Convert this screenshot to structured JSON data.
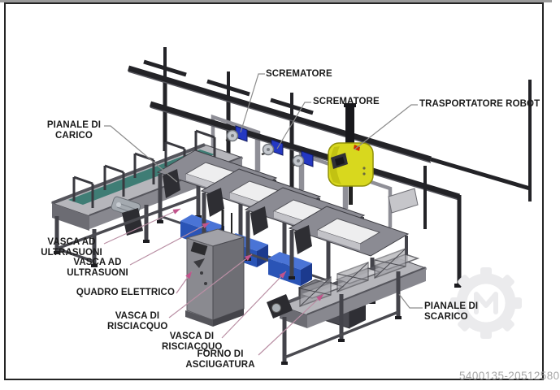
{
  "frame": {
    "border_color": "#242424",
    "background": "#ffffff"
  },
  "labels": {
    "pianale_carico": "PIANALE DI\nCARICO",
    "scrematore_1": "SCREMATORE",
    "scrematore_2": "SCREMATORE",
    "trasportatore_robot": "TRASPORTATORE ROBOT",
    "vasca_ultrasuoni_1": "VASCA AD\nULTRASUONI",
    "vasca_ultrasuoni_2": "VASCA AD\nULTRASUONI",
    "quadro_elettrico": "QUADRO ELETTRICO",
    "vasca_risciacquo_1": "VASCA DI\nRISCIACQUO",
    "vasca_risciacquo_2": "VASCA DI\nRISCIACQUO",
    "forno_asciugatura": "FORNO DI\nASCIUGATURA",
    "pianale_scarico": "PIANALE DI\nSCARICO"
  },
  "watermark": {
    "listing_id": "5400135-20512580",
    "gear_icon": "gear",
    "color": "#a6a6a6"
  },
  "colors": {
    "label_text": "#1b1b1b",
    "leader_line": "#8c8c8c",
    "leader_line_pink": "#b98fa4",
    "arrowhead": "#c2548c",
    "robot_yellow": "#d8d81e",
    "rail_dark": "#232327",
    "machine_gray": "#8b8b93",
    "bin_blue": "#2a54b6",
    "skimmer_blue": "#2438c2",
    "belt_teal": "#3f7d75"
  }
}
